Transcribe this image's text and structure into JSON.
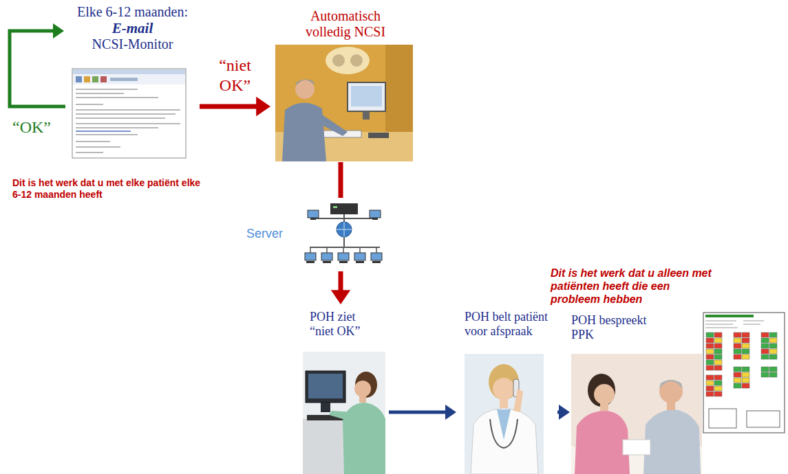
{
  "diagram": {
    "nodes": [
      {
        "text": [
          "Elke 6-12 maanden:",
          "E-mail",
          "NCSI-Monitor"
        ]
      },
      {
        "text": [
          "Automatisch volledig NCSI"
        ]
      },
      {
        "text": [
          "Server"
        ]
      },
      {
        "text": [
          "POH ziet “niet OK”"
        ]
      },
      {
        "text": [
          "POH belt patiënt voor afspraak"
        ]
      },
      {
        "text": [
          "POH bespreekt PPK"
        ]
      }
    ],
    "edges": [
      {
        "from": 0,
        "to": 0,
        "label": "“OK”",
        "arrow": "to"
      },
      {
        "from": 0,
        "to": 1,
        "label": "“niet OK”",
        "arrow": "to"
      },
      {
        "from": 1,
        "to": 2,
        "arrow": "none"
      },
      {
        "from": 2,
        "to": 3,
        "arrow": "to"
      },
      {
        "from": 3,
        "to": 4,
        "arrow": "to"
      },
      {
        "from": 4,
        "to": 5,
        "arrow": "to"
      }
    ],
    "labels": [
      "Dit is het werk dat u met elke patiënt elke 6-12 maanden heeft",
      "Dit is het werk dat u alleen met patiënten heeft die een probleem hebben"
    ]
  }
}
